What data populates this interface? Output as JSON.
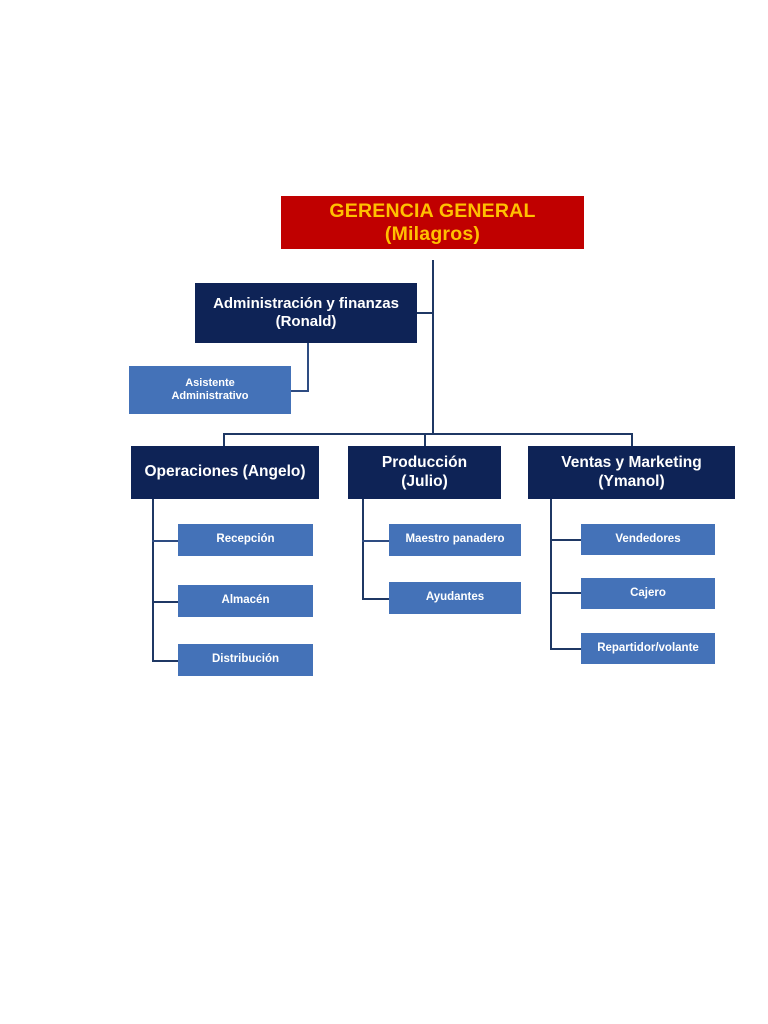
{
  "document": {
    "type": "organizational-chart",
    "language": "es"
  },
  "colors": {
    "top_box_fill": "#C00000",
    "top_box_text": "#FFC000",
    "dept_box_fill": "#0E2356",
    "dept_box_text": "#FFFFFF",
    "leaf_box_fill": "#4472B8",
    "leaf_box_text": "#FFFFFF",
    "connector": "#1F3864",
    "background": "#FFFFFF"
  },
  "nodes": {
    "gerencia_general": {
      "line1": "GERENCIA GENERAL",
      "line2": "(Milagros)"
    },
    "administracion": {
      "line1": "Administración y finanzas",
      "line2": "(Ronald)"
    },
    "asistente": {
      "line1": "Asistente",
      "line2": "Administrativo"
    },
    "operaciones": {
      "line1": "Operaciones (Angelo)",
      "line2": ""
    },
    "produccion": {
      "line1": "Producción",
      "line2": "(Julio)"
    },
    "ventas": {
      "line1": "Ventas y Marketing",
      "line2": "(Ymanol)"
    },
    "recepcion": {
      "label": "Recepción"
    },
    "almacen": {
      "label": "Almacén"
    },
    "distribucion": {
      "label": "Distribución"
    },
    "maestro_panadero": {
      "label": "Maestro panadero"
    },
    "ayudantes": {
      "label": "Ayudantes"
    },
    "vendedores": {
      "label": "Vendedores"
    },
    "cajero": {
      "label": "Cajero"
    },
    "repartidor": {
      "label": "Repartidor/volante"
    }
  },
  "hierarchy": {
    "root": "gerencia_general",
    "edges": [
      {
        "from": "gerencia_general",
        "to": "administracion"
      },
      {
        "from": "gerencia_general",
        "to": "operaciones"
      },
      {
        "from": "gerencia_general",
        "to": "produccion"
      },
      {
        "from": "gerencia_general",
        "to": "ventas"
      },
      {
        "from": "administracion",
        "to": "asistente"
      },
      {
        "from": "operaciones",
        "to": "recepcion"
      },
      {
        "from": "operaciones",
        "to": "almacen"
      },
      {
        "from": "operaciones",
        "to": "distribucion"
      },
      {
        "from": "produccion",
        "to": "maestro_panadero"
      },
      {
        "from": "produccion",
        "to": "ayudantes"
      },
      {
        "from": "ventas",
        "to": "vendedores"
      },
      {
        "from": "ventas",
        "to": "cajero"
      },
      {
        "from": "ventas",
        "to": "repartidor"
      }
    ]
  }
}
